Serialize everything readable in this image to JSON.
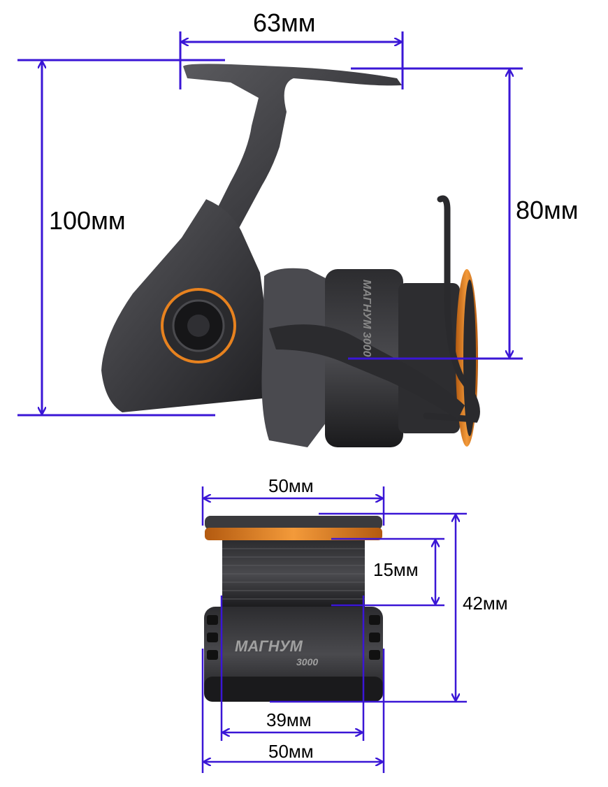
{
  "reel": {
    "dimensions": {
      "handle_width": "63мм",
      "total_height": "100мм",
      "foot_to_spool_axis": "80мм"
    }
  },
  "spool": {
    "brand": "МАГНУМ",
    "model": "3000",
    "dimensions": {
      "top_diameter": "50мм",
      "line_depth": "15мм",
      "height": "42мм",
      "inner_diameter": "39мм",
      "bottom_diameter": "50мм"
    }
  },
  "colors": {
    "dimension_line": "#3a16d6",
    "reel_body": "#3f3f42",
    "accent": "#e7821f"
  }
}
